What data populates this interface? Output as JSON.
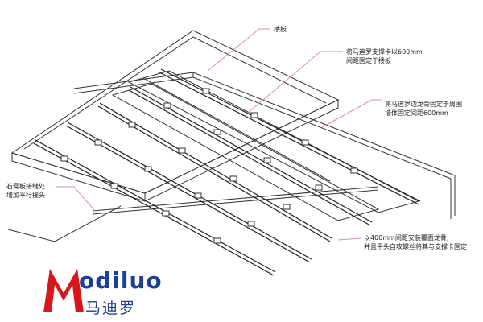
{
  "labels": {
    "slab": "楼板",
    "clip_line1": "将马迪罗支撑卡以600mm",
    "clip_line2": "间距固定于楼板",
    "edge_line1": "将马迪罗边龙骨固定于周围",
    "edge_line2": "墙体固定间距600mm",
    "board_line1": "石膏板接缝处",
    "board_line2": "增加平行接头",
    "main_line1": "以400mm间距安装覆面龙骨,",
    "main_line2": "并且平头自攻螺丝将其与支撑卡固定"
  },
  "logo": {
    "word": "odiluo",
    "chinese": "马迪罗",
    "letter": "M",
    "colors": {
      "red": "#d7161d",
      "blue": "#1b3f93"
    }
  },
  "colors": {
    "line": "#333333",
    "leader": "#e28aa6"
  }
}
